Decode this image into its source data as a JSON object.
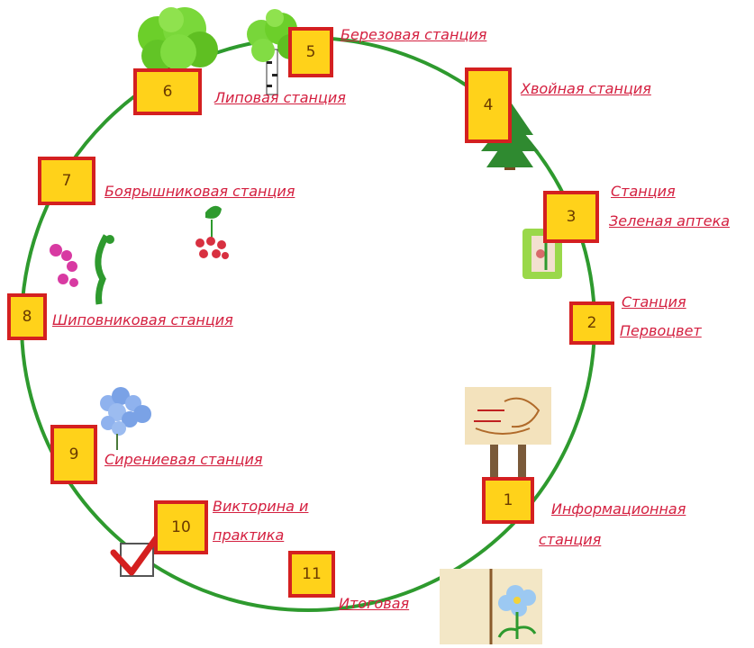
{
  "diagram": {
    "stations": [
      {
        "number": "1",
        "label_lines": [
          "Информационная",
          "станция"
        ]
      },
      {
        "number": "2",
        "label_lines": [
          "Станция",
          "Первоцвет"
        ]
      },
      {
        "number": "3",
        "label_lines": [
          "Станция",
          "Зеленая аптека"
        ]
      },
      {
        "number": "4",
        "label_lines": [
          "Хвойная станция"
        ]
      },
      {
        "number": "5",
        "label_lines": [
          "Березовая станция"
        ]
      },
      {
        "number": "6",
        "label_lines": [
          "Липовая станция"
        ]
      },
      {
        "number": "7",
        "label_lines": [
          "Боярышниковая станция"
        ]
      },
      {
        "number": "8",
        "label_lines": [
          "Шиповниковая  станция"
        ]
      },
      {
        "number": "9",
        "label_lines": [
          "Сирениевая станция"
        ]
      },
      {
        "number": "10",
        "label_lines": [
          "Викторина и",
          "практика"
        ]
      },
      {
        "number": "11",
        "label_lines": [
          "Итоговая"
        ]
      }
    ],
    "colors": {
      "ring": "#2e9a2e",
      "box_fill": "#ffd21a",
      "box_border": "#d42020",
      "label": "#d42040"
    },
    "pictures": [
      "linden-tree",
      "birch-tree",
      "fir-tree",
      "herb-card",
      "info-board",
      "primrose-card",
      "checkmark",
      "lilac",
      "rosehip",
      "hawthorn"
    ]
  }
}
